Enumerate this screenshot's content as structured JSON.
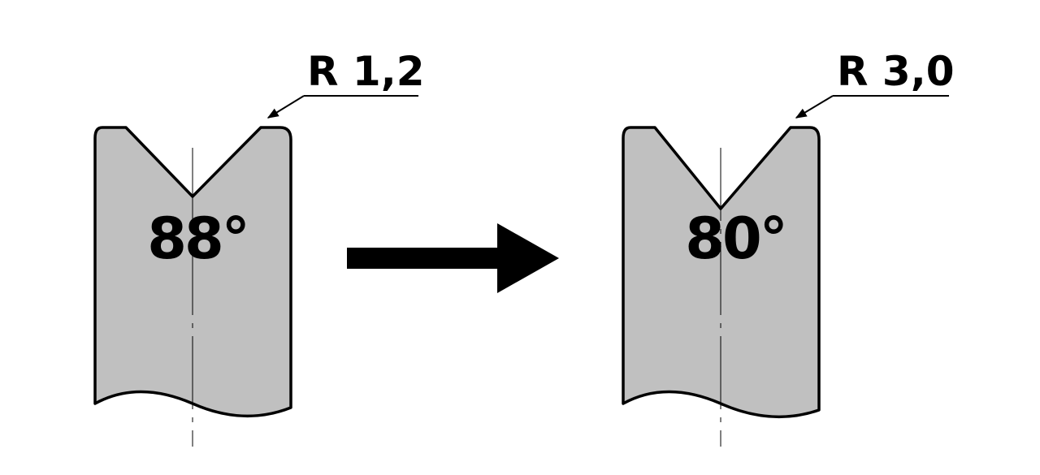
{
  "left_die": {
    "angle_label": "88°",
    "radius_label": "R 1,2"
  },
  "right_die": {
    "angle_label": "80°",
    "radius_label": "R 3,0"
  },
  "colors": {
    "die_fill": "#c0c0c0",
    "outline": "#000000",
    "background": "#ffffff"
  }
}
